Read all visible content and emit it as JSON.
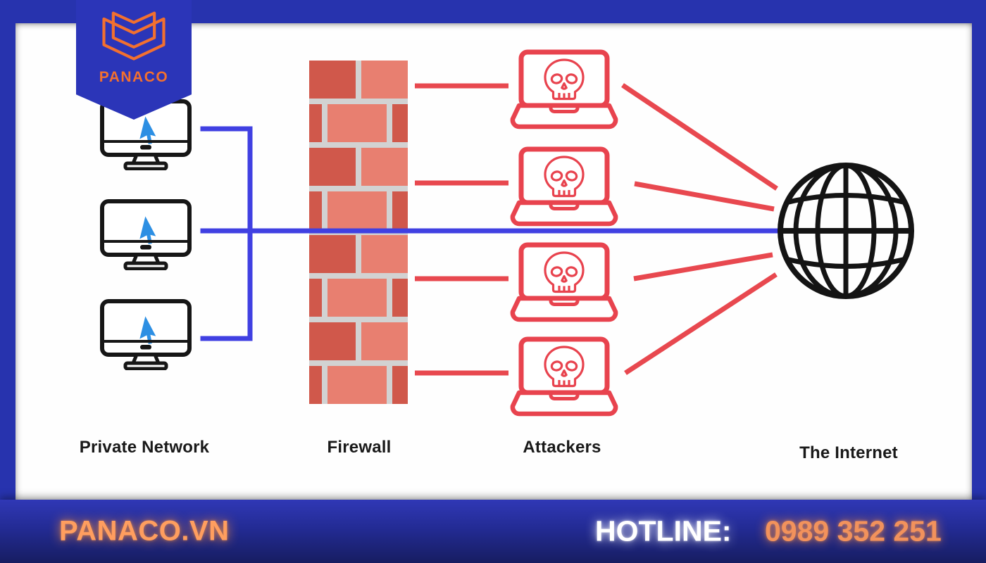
{
  "brand": {
    "logo_text": "PANACO",
    "website": "PANACO.VN",
    "hotline_label": "HOTLINE:",
    "hotline_number": "0989 352 251"
  },
  "diagram": {
    "labels": {
      "private_network": "Private Network",
      "firewall": "Firewall",
      "attackers": "Attackers",
      "internet": "The Internet"
    }
  },
  "icons": {
    "book_logo": "open-book brand mark",
    "monitor": "desktop monitor with cursor arrow",
    "laptop_skull": "attacker laptop with skull on screen",
    "firewall": "red brick wall",
    "globe": "wireframe internet globe"
  },
  "colors": {
    "frame_blue": "#2733ae",
    "badge_blue": "#2b35b8",
    "logo_orange": "#f2702f",
    "url_orange": "#ff9e5f",
    "phone_orange": "#f2925c",
    "line_blue": "#4040e2",
    "attack_red": "#e8484f",
    "brick_dark": "#d0584b",
    "brick_light": "#e87f70",
    "mortar_gray": "#d2d2d2",
    "icon_black": "#191919",
    "cursor_blue": "#2d8fe3",
    "canvas_white": "#fefefe"
  }
}
